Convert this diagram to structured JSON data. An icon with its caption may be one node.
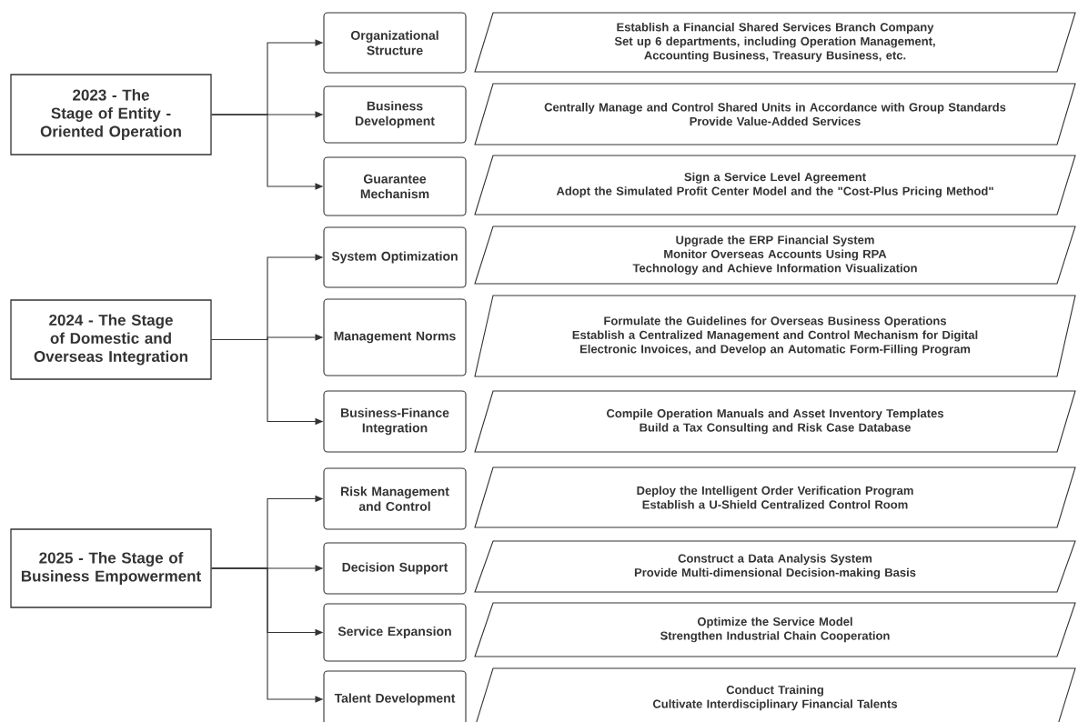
{
  "diagram": {
    "nodes": [
      {
        "text": [
          "2023 - The Stage of Entity - Oriented Operation"
        ]
      },
      {
        "text": [
          "Organizational Structure"
        ]
      },
      {
        "text": [
          "Establish a Financial Shared Services Branch Company",
          "Set up 6 departments, including Operation Management, Accounting Business, Treasury Business, etc."
        ]
      },
      {
        "text": [
          "Business Development"
        ]
      },
      {
        "text": [
          "Centrally Manage and Control Shared Units in Accordance with Group Standards",
          "Provide Value-Added Services"
        ]
      },
      {
        "text": [
          "Guarantee Mechanism"
        ]
      },
      {
        "text": [
          "Sign a Service Level Agreement",
          "Adopt the Simulated Profit Center Model and the \"Cost-Plus Pricing Method\""
        ]
      },
      {
        "text": [
          "2024 - The Stage of Domestic and Overseas Integration"
        ]
      },
      {
        "text": [
          "System Optimization"
        ]
      },
      {
        "text": [
          "Upgrade the ERP Financial System",
          "Monitor Overseas Accounts Using RPA Technology and Achieve Information Visualization"
        ]
      },
      {
        "text": [
          "Management Norms"
        ]
      },
      {
        "text": [
          "Formulate the Guidelines for Overseas Business Operations",
          "Establish a Centralized Management and Control Mechanism for Digital Electronic Invoices, and Develop an Automatic Form-Filling Program"
        ]
      },
      {
        "text": [
          "Business-Finance Integration"
        ]
      },
      {
        "text": [
          "Compile Operation Manuals and Asset Inventory Templates",
          "Build a Tax Consulting and Risk Case Database"
        ]
      },
      {
        "text": [
          "2025 - The Stage of Business Empowerment"
        ]
      },
      {
        "text": [
          "Risk Management and Control"
        ]
      },
      {
        "text": [
          "Deploy the Intelligent Order Verification Program",
          "Establish a U-Shield Centralized Control Room"
        ]
      },
      {
        "text": [
          "Decision Support"
        ]
      },
      {
        "text": [
          "Construct a Data Analysis System",
          "Provide Multi-dimensional Decision-making Basis"
        ]
      },
      {
        "text": [
          "Service Expansion"
        ]
      },
      {
        "text": [
          "Optimize the Service Model",
          "Strengthen Industrial Chain Cooperation"
        ]
      },
      {
        "text": [
          "Talent Development"
        ]
      },
      {
        "text": [
          "Conduct Training",
          "Cultivate Interdisciplinary Financial Talents"
        ]
      }
    ],
    "edges": [
      {
        "from": 0,
        "to": 1,
        "arrow": "to"
      },
      {
        "from": 0,
        "to": 3,
        "arrow": "to"
      },
      {
        "from": 0,
        "to": 5,
        "arrow": "to"
      },
      {
        "from": 7,
        "to": 8,
        "arrow": "to"
      },
      {
        "from": 7,
        "to": 10,
        "arrow": "to"
      },
      {
        "from": 7,
        "to": 12,
        "arrow": "to"
      },
      {
        "from": 14,
        "to": 15,
        "arrow": "to"
      },
      {
        "from": 14,
        "to": 17,
        "arrow": "to"
      },
      {
        "from": 14,
        "to": 19,
        "arrow": "to"
      },
      {
        "from": 14,
        "to": 21,
        "arrow": "to"
      }
    ]
  }
}
